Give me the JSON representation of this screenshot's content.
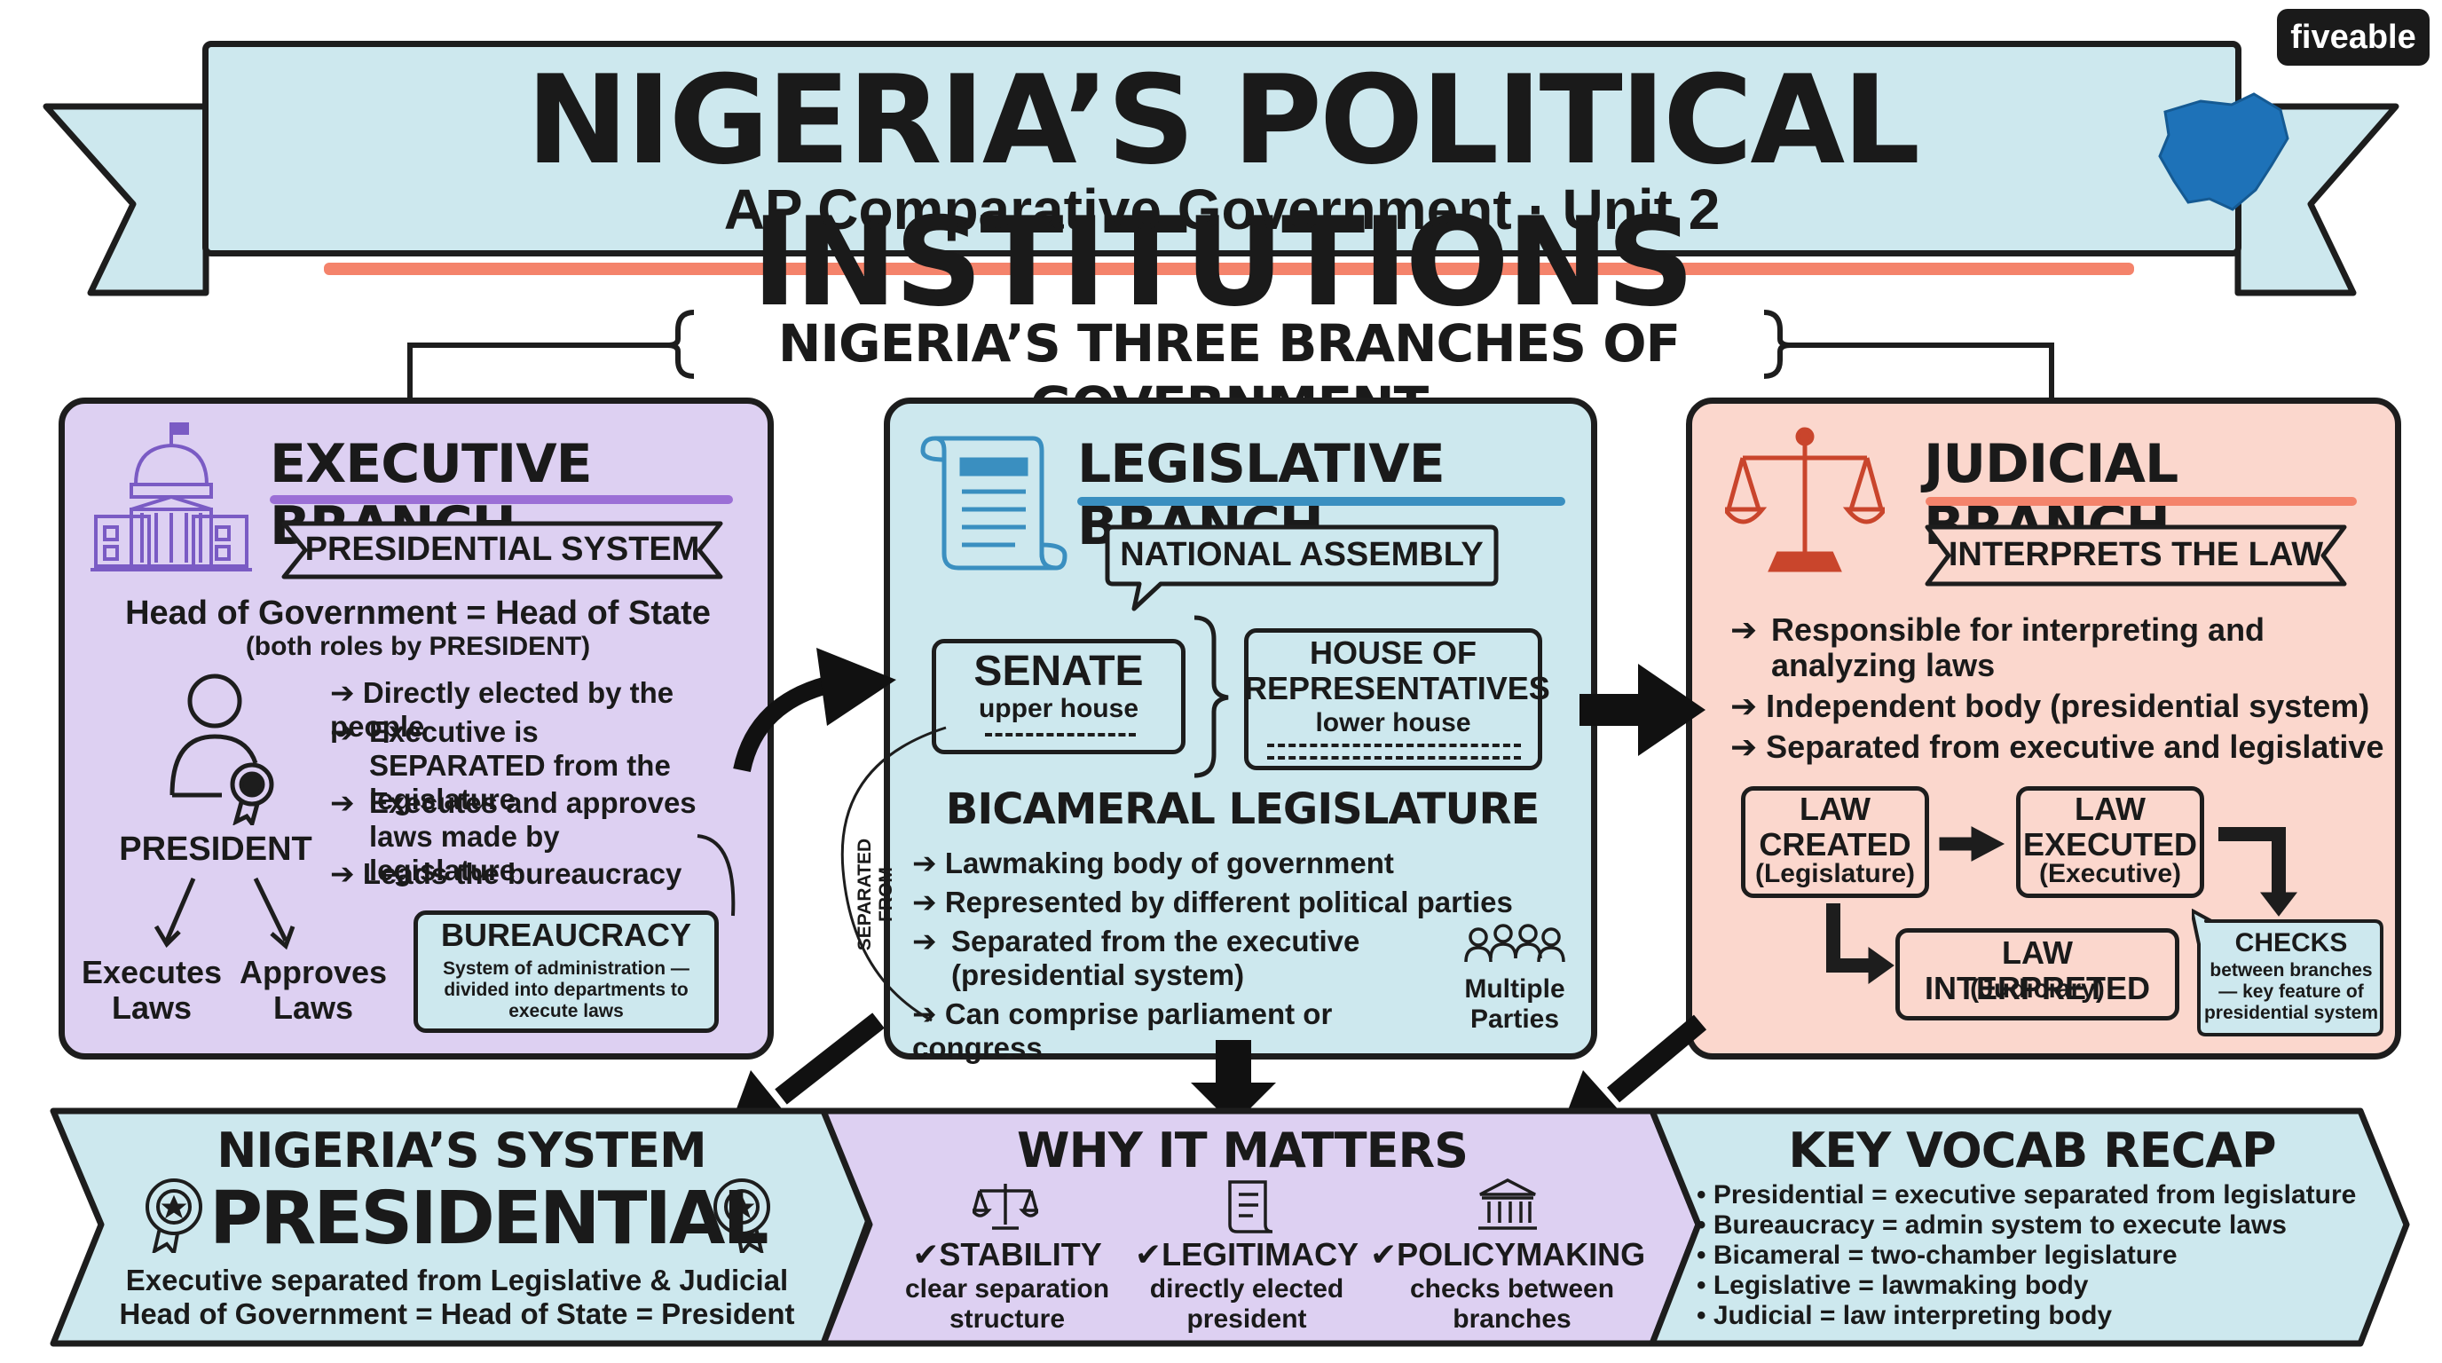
{
  "header": {
    "title": "NIGERIA’S POLITICAL INSTITUTIONS",
    "subtitle": "AP Comparative Government · Unit 2",
    "brand": "fiveable"
  },
  "branches_title": "NIGERIA’S THREE BRANCHES OF GOVERNMENT",
  "executive": {
    "title": "EXECUTIVE BRANCH",
    "ribbon": "PRESIDENTIAL SYSTEM",
    "head_line": "Head of Government = Head of State",
    "head_sub": "(both roles by PRESIDENT)",
    "bullets": [
      "Directly elected by the people",
      "Executive is SEPARATED from the legislature",
      "Executes and approves laws made by legislature",
      "Leads the bureaucracy"
    ],
    "president_label": "PRESIDENT",
    "executes_laws": "Executes Laws",
    "approves_laws": "Approves Laws",
    "bureaucracy_title": "BUREAUCRACY",
    "bureaucracy_desc": "System of administration — divided into departments to execute laws"
  },
  "legislative": {
    "title": "LEGISLATIVE BRANCH",
    "bubble": "NATIONAL ASSEMBLY",
    "senate": "SENATE",
    "senate_sub": "upper house",
    "house": "HOUSE OF REPRESENTATIVES",
    "house_sub": "lower house",
    "separated_from": "SEPARATED FROM",
    "bicameral": "BICAMERAL LEGISLATURE",
    "bullets": [
      "Lawmaking body of government",
      "Represented by different political parties",
      "Separated from the executive (presidential system)",
      "Can comprise parliament or congress"
    ],
    "parties_label": "Multiple Parties"
  },
  "judicial": {
    "title": "JUDICIAL BRANCH",
    "ribbon": "INTERPRETS THE LAW",
    "bullets": [
      "Responsible for interpreting and analyzing laws",
      "Independent body (presidential system)",
      "Separated from executive and legislative"
    ],
    "law_created": "LAW CREATED",
    "law_created_sub": "(Legislature)",
    "law_executed": "LAW EXECUTED",
    "law_executed_sub": "(Executive)",
    "law_interpreted": "LAW INTERPRETED",
    "law_interpreted_sub": "(Judiciary)",
    "checks": "CHECKS",
    "checks_sub": "between branches — key feature of presidential system"
  },
  "system": {
    "heading": "NIGERIA’S SYSTEM",
    "big": "PRESIDENTIAL",
    "line1": "Executive separated from Legislative & Judicial",
    "line2": "Head of Government = Head of State = President"
  },
  "why": {
    "heading": "WHY IT MATTERS",
    "items": [
      {
        "label": "STABILITY",
        "desc": "clear separation structure"
      },
      {
        "label": "LEGITIMACY",
        "desc": "directly elected president"
      },
      {
        "label": "POLICYMAKING",
        "desc": "checks between branches"
      }
    ]
  },
  "vocab": {
    "heading": "KEY VOCAB RECAP",
    "items": [
      "Presidential = executive separated from legislature",
      "Bureaucracy = admin system to execute laws",
      "Bicameral = two-chamber legislature",
      "Legislative = lawmaking body",
      "Judicial = law interpreting body"
    ]
  },
  "colors": {
    "banner": "#cde8ee",
    "executive": "#ddd0f2",
    "legislative": "#cde8ee",
    "judicial": "#fbd7cd",
    "accent_coral": "#f4836b",
    "accent_purple": "#9b6fd6",
    "accent_blue": "#3a8fc0",
    "nigeria_map": "#1e72b8"
  }
}
